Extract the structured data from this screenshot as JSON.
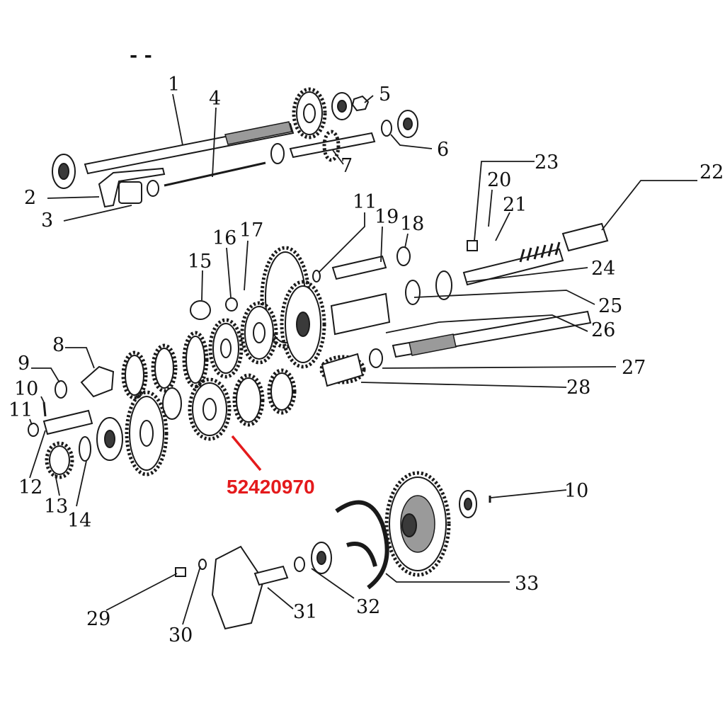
{
  "callout_part_number": "52420970",
  "top_marks": "-   -",
  "labels": [
    "1",
    "2",
    "3",
    "4",
    "5",
    "6",
    "7",
    "8",
    "9",
    "10",
    "11",
    "12",
    "13",
    "14",
    "15",
    "16",
    "17",
    "18",
    "19",
    "20",
    "21",
    "22",
    "23",
    "24",
    "25",
    "26",
    "27",
    "28",
    "29",
    "30",
    "31",
    "32",
    "33"
  ],
  "labels_right": [
    "11",
    "10"
  ],
  "colors": {
    "callout": "#e41a1c",
    "ink": "#1a1a1a"
  }
}
